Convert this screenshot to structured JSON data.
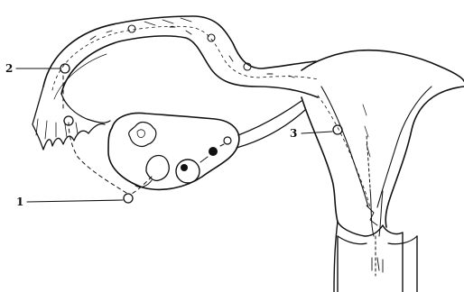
{
  "callouts": [
    {
      "id": "1",
      "label": "1"
    },
    {
      "id": "2",
      "label": "2"
    },
    {
      "id": "3",
      "label": "3"
    }
  ],
  "colors": {
    "ink": "#111111",
    "paper": "#ffffff"
  }
}
